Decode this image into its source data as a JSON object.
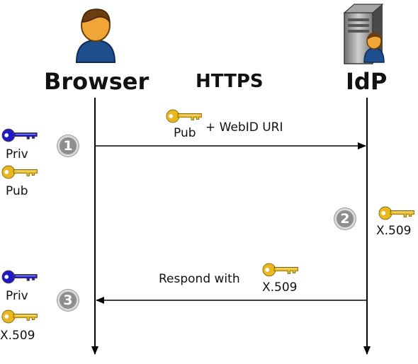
{
  "header": {
    "browser_label": "Browser",
    "protocol_label": "HTTPS",
    "idp_label": "IdP"
  },
  "actors": {
    "browser_icon": "person-icon",
    "idp_icon": "server-with-person-icon"
  },
  "colors": {
    "private_key": "#1a1acc",
    "public_key": "#e8b820",
    "lifeline": "#000000",
    "step_badge": "#8e8e8e"
  },
  "messages": [
    {
      "step": "1",
      "key_label": "Pub",
      "text": "+ WebID URI"
    },
    {
      "step": "3",
      "text": "Respond with",
      "key_label": "X.509"
    }
  ],
  "idp_step": {
    "step": "2",
    "key_label": "X.509"
  },
  "browser_keys_initial": {
    "private_label": "Priv",
    "public_label": "Pub"
  },
  "browser_keys_final": {
    "private_label": "Priv",
    "cert_label": "X.509"
  }
}
